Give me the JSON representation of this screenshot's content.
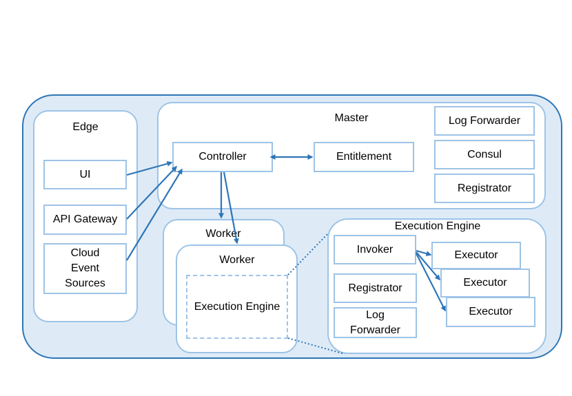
{
  "edge": {
    "title": "Edge",
    "ui": "UI",
    "api_gateway": "API Gateway",
    "cloud_event_sources": "Cloud\nEvent\nSources"
  },
  "master": {
    "title": "Master",
    "controller": "Controller",
    "entitlement": "Entitlement",
    "log_forwarder": "Log Forwarder",
    "consul": "Consul",
    "registrator": "Registrator"
  },
  "workers": {
    "back_title": "Worker",
    "front_title": "Worker",
    "execution_engine": "Execution Engine"
  },
  "execution_engine_detail": {
    "title": "Execution Engine",
    "invoker": "Invoker",
    "registrator": "Registrator",
    "log_forwarder": "Log\nForwarder",
    "executors": [
      "Executor",
      "Executor",
      "Executor"
    ]
  },
  "colors": {
    "outer_fill": "#deebf7",
    "container_border": "#9dc3e6",
    "arrow": "#2e75b6"
  }
}
